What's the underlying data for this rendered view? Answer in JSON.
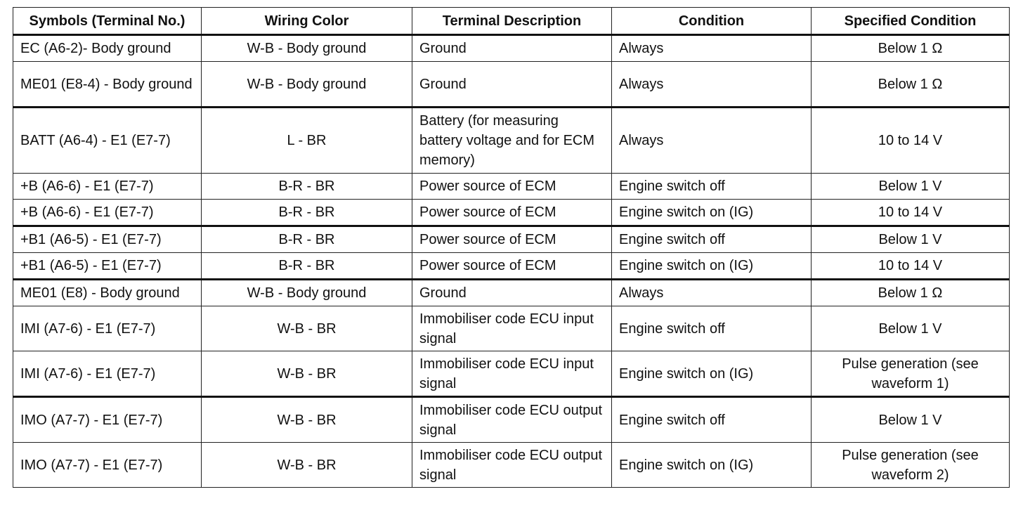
{
  "table": {
    "headers": [
      "Symbols (Terminal No.)",
      "Wiring Color",
      "Terminal Description",
      "Condition",
      "Specified Condition"
    ],
    "rows": [
      {
        "symbol": "EC (A6-2)- Body ground",
        "wiring": "W-B - Body ground",
        "description": "Ground",
        "condition": "Always",
        "specified": "Below 1 Ω"
      },
      {
        "symbol": "ME01 (E8-4) - Body ground",
        "wiring": "W-B - Body ground",
        "description": "Ground",
        "condition": "Always",
        "specified": "Below 1 Ω"
      },
      {
        "symbol": "BATT (A6-4) - E1 (E7-7)",
        "wiring": "L - BR",
        "description": "Battery (for measuring battery voltage and for ECM memory)",
        "condition": "Always",
        "specified": "10 to 14 V"
      },
      {
        "symbol": "+B (A6-6) - E1 (E7-7)",
        "wiring": "B-R - BR",
        "description": "Power source of ECM",
        "condition": "Engine switch off",
        "specified": "Below 1 V"
      },
      {
        "symbol": "+B (A6-6) - E1 (E7-7)",
        "wiring": "B-R - BR",
        "description": "Power source of ECM",
        "condition": "Engine switch on (IG)",
        "specified": "10 to 14 V"
      },
      {
        "symbol": "+B1 (A6-5) - E1 (E7-7)",
        "wiring": "B-R - BR",
        "description": "Power source of ECM",
        "condition": "Engine switch off",
        "specified": "Below 1 V"
      },
      {
        "symbol": "+B1 (A6-5) - E1 (E7-7)",
        "wiring": "B-R - BR",
        "description": "Power source of ECM",
        "condition": "Engine switch on (IG)",
        "specified": "10 to 14 V"
      },
      {
        "symbol": "ME01 (E8) - Body ground",
        "wiring": "W-B - Body ground",
        "description": "Ground",
        "condition": "Always",
        "specified": "Below 1 Ω"
      },
      {
        "symbol": "IMI (A7-6) - E1 (E7-7)",
        "wiring": "W-B - BR",
        "description": "Immobiliser code ECU input signal",
        "condition": "Engine switch off",
        "specified": "Below 1 V"
      },
      {
        "symbol": "IMI (A7-6) - E1 (E7-7)",
        "wiring": "W-B - BR",
        "description": "Immobiliser code ECU input signal",
        "condition": "Engine switch on (IG)",
        "specified": "Pulse generation (see waveform 1)"
      },
      {
        "symbol": "IMO (A7-7) - E1 (E7-7)",
        "wiring": "W-B - BR",
        "description": "Immobiliser code ECU output signal",
        "condition": "Engine switch off",
        "specified": "Below 1 V"
      },
      {
        "symbol": "IMO (A7-7) - E1 (E7-7)",
        "wiring": "W-B - BR",
        "description": "Immobiliser code ECU output signal",
        "condition": "Engine switch on (IG)",
        "specified": "Pulse generation (see waveform 2)"
      }
    ]
  }
}
